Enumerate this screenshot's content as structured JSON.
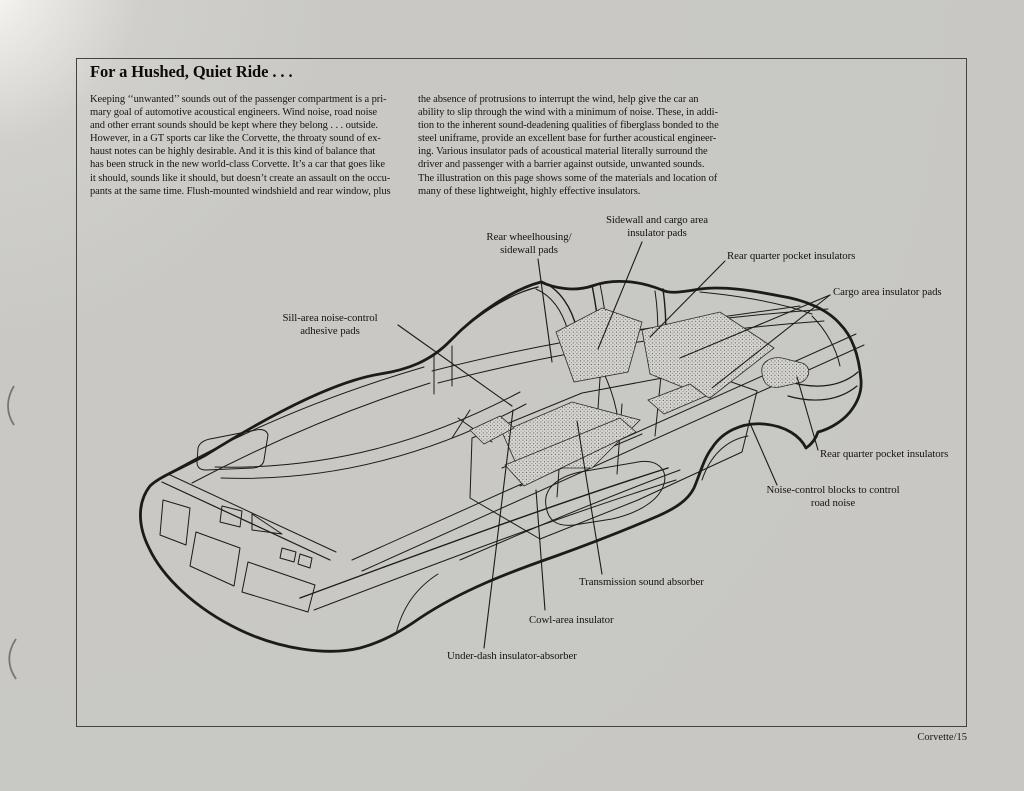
{
  "page": {
    "title": "For a Hushed, Quiet Ride . . .",
    "column_left": "Keeping ‘‘unwanted’’ sounds out of the passenger compartment is a pri-\nmary goal of automotive acoustical engineers. Wind noise, road noise\nand other errant sounds should be kept where they belong . . . outside.\nHowever, in a GT sports car like the Corvette, the throaty sound of ex-\nhaust notes can be highly desirable. And it is this kind of balance that\nhas been struck in the new world-class Corvette. It’s a car that goes like\nit should, sounds like it should, but doesn’t create an assault on the occu-\npants at the same time. Flush-mounted windshield and rear window, plus",
    "column_right": "the absence of protrusions to interrupt the wind, help give the car an\nability to slip through the wind with a minimum of noise. These, in addi-\ntion to the inherent sound-deadening qualities of fiberglass bonded to the\nsteel uniframe, provide an excellent base for further acoustical engineer-\ning. Various insulator pads of acoustical material literally surround the\ndriver and passenger with a barrier against outside, unwanted sounds.\nThe illustration on this page shows some of the materials and location of\nmany of these lightweight, highly effective insulators.",
    "footer": "Corvette/15"
  },
  "diagram": {
    "labels": [
      {
        "text": "Sidewall and cargo area\ninsulator pads"
      },
      {
        "text": "Rear wheelhousing/\nsidewall pads"
      },
      {
        "text": "Rear quarter pocket insulators"
      },
      {
        "text": "Cargo area insulator pads"
      },
      {
        "text": "Sill-area noise-control\nadhesive pads"
      },
      {
        "text": "Rear quarter pocket insulators"
      },
      {
        "text": "Noise-control blocks to control\nroad noise"
      },
      {
        "text": "Transmission sound absorber"
      },
      {
        "text": "Cowl-area insulator"
      },
      {
        "text": "Under-dash insulator-absorber"
      }
    ]
  },
  "colors": {
    "page_background": "#c8c7c3",
    "ink": "#1b1b19",
    "border": "#45433f"
  }
}
